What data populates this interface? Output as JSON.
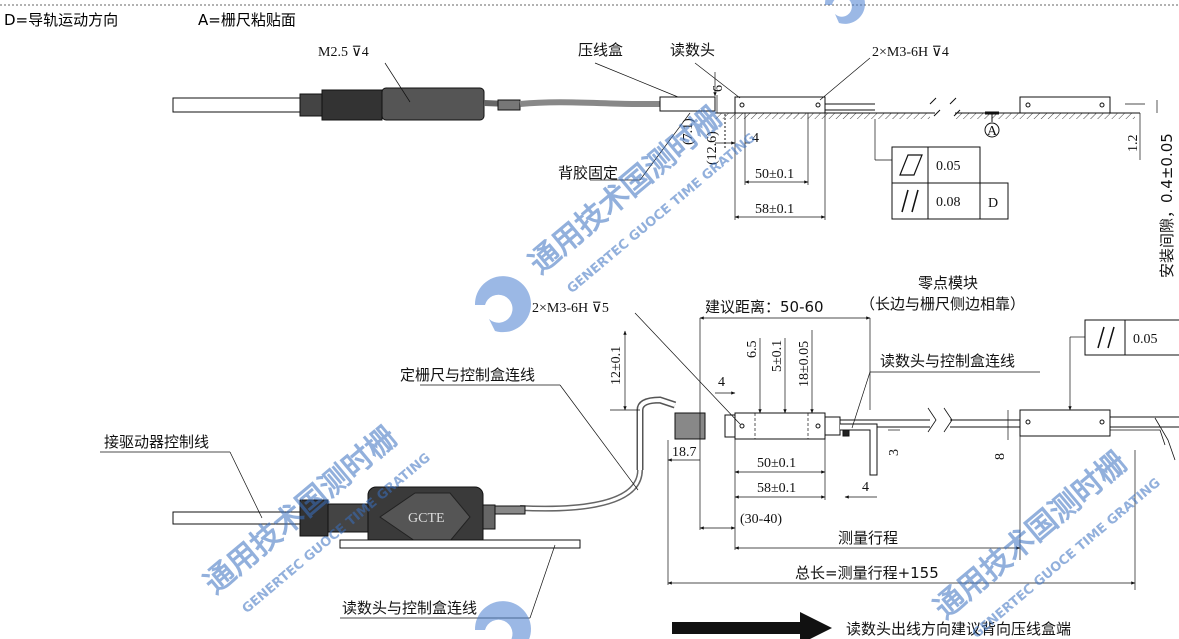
{
  "legend": {
    "d_def": "D=导轨运动方向",
    "a_def": "A=栅尺粘贴面"
  },
  "top_view": {
    "m25": "M2.5 ⊽4",
    "cable_box": "压线盒",
    "read_head": "读数头",
    "m3_top": "2×M3-6H ⊽4",
    "dim_6": "6",
    "dim_71": "(7.1)",
    "dim_126": "(12.6)",
    "dim_4": "4",
    "backing": "背胶固定",
    "dim_50": "50±0.1",
    "dim_58": "58±0.1",
    "flat_tol": "0.05",
    "par_tol": "0.08",
    "par_ref": "D",
    "datum_a": "A",
    "dim_12": "1.2",
    "gap": "安装间隙，0.4±0.05"
  },
  "bottom_view": {
    "m3_bot": "2×M3-6H ⊽5",
    "suggest": "建议距离：50-60",
    "zero_title": "零点模块",
    "zero_sub": "（长边与栅尺侧边相靠）",
    "rh_link_right": "读数头与控制盒连线",
    "scale_link": "定栅尺与控制盒连线",
    "drive_line": "接驱动器控制线",
    "dim_12_01": "12±0.1",
    "dim_65": "6.5",
    "dim_5": "5±0.1",
    "dim_18": "18±0.05",
    "dim_4a": "4",
    "dim_187": "18.7",
    "dim_50b": "50±0.1",
    "dim_58b": "58±0.1",
    "dim_4b": "4",
    "dim_3": "3",
    "dim_8": "8",
    "par_tol2": "0.05",
    "dim_3040": "(30-40)",
    "travel": "测量行程",
    "total": "总长=测量行程+155",
    "rh_link_bottom": "读数头与控制盒连线",
    "arrow_note": "读数头出线方向建议背向压线盒端",
    "box_logo": "GCTE"
  },
  "watermark": {
    "cn": "通用技术国测时栅",
    "en": "GENERTEC GUOCE TIME GRATING"
  },
  "colors": {
    "ink": "#111111",
    "wm": "#3a6fc0",
    "gray": "#8a8a8a",
    "dark": "#2a2a2a"
  }
}
